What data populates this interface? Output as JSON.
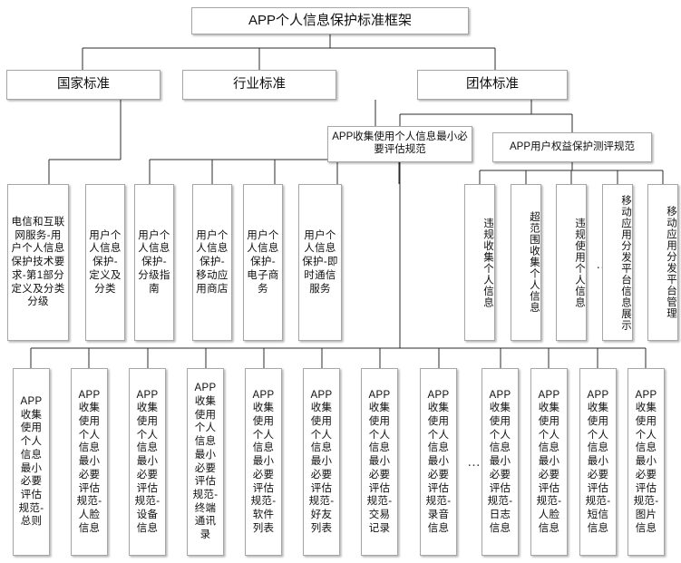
{
  "title": "APP个人信息保护标准框架",
  "root": {
    "label": "APP个人信息保护标准框架"
  },
  "level2": [
    {
      "label": "国家标准"
    },
    {
      "label": "行业标准"
    },
    {
      "label": "团体标准"
    }
  ],
  "level3": [
    {
      "label": "APP收集使用个人信息最小必要评估规范"
    },
    {
      "label": "APP用户权益保护测评规范"
    }
  ],
  "national_leaves": [
    {
      "label": "电信和互联网服务-用户个人信息保护技术要求-第1部分定义及分类分级"
    }
  ],
  "industry_leaves": [
    {
      "label": "用户个人信息保护-定义及分类"
    },
    {
      "label": "用户个人信息保护-分级指南"
    },
    {
      "label": "用户个人信息保护-移动应用商店"
    },
    {
      "label": "用户个人信息保护-电子商务"
    },
    {
      "label": "用户个人信息保护-即时通信服务"
    }
  ],
  "rights_leaves": [
    {
      "label": "违规收集个人信息"
    },
    {
      "label": "超范围收集个人信息"
    },
    {
      "label": "违规使用个人信息"
    },
    {
      "label": "移动应用分发平台信息展示"
    },
    {
      "label": "移动应用分发平台管理"
    }
  ],
  "minimum_necessary_leaves": [
    {
      "label": "APP收集使用个人信息最小必要评估规范-总则"
    },
    {
      "label": "APP收集使用个人信息最小必要评估规范-人脸信息"
    },
    {
      "label": "APP收集使用个人信息最小必要评估规范-设备信息"
    },
    {
      "label": "APP收集使用个人信息最小必要评估规范-终端通讯录"
    },
    {
      "label": "APP收集使用个人信息最小必要评估规范-软件列表"
    },
    {
      "label": "APP收集使用个人信息最小必要评估规范-好友列表"
    },
    {
      "label": "APP收集使用个人信息最小必要评估规范-交易记录"
    },
    {
      "label": "APP收集使用个人信息最小必要评估规范-录音信息"
    },
    {
      "label": "APP收集使用个人信息最小必要评估规范-日志信息"
    },
    {
      "label": "APP收集使用个人信息最小必要评估规范-人脸信息"
    },
    {
      "label": "APP收集使用个人信息最小必要评估规范-短信信息"
    },
    {
      "label": "APP收集使用个人信息最小必要评估规范-图片信息"
    }
  ],
  "ellipsis": {
    "label": "…"
  },
  "colors": {
    "box_border": "#a6a6a6",
    "box_fill": "#ffffff",
    "line": "#2b2b2b",
    "text": "#101010"
  }
}
